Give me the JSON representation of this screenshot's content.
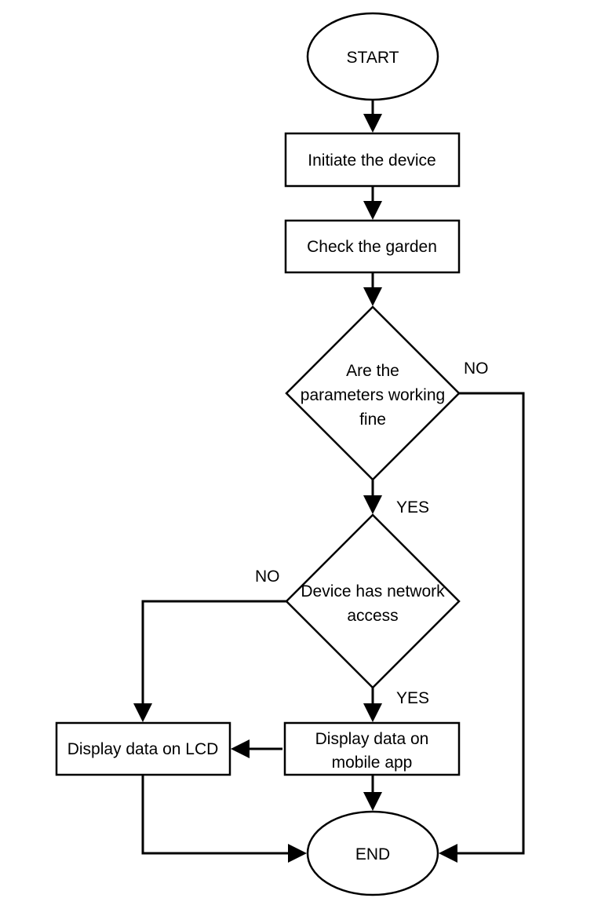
{
  "nodes": {
    "start": "START",
    "initiate": "Initiate the device",
    "check": "Check the garden",
    "decision1": [
      "Are the",
      "parameters working",
      "fine"
    ],
    "decision2": [
      "Device has network",
      "access"
    ],
    "mobile": [
      "Display data on",
      "mobile app"
    ],
    "lcd": "Display data on LCD",
    "end": "END"
  },
  "edge_labels": {
    "d1_no": "NO",
    "d1_yes": "YES",
    "d2_no": "NO",
    "d2_yes": "YES"
  }
}
